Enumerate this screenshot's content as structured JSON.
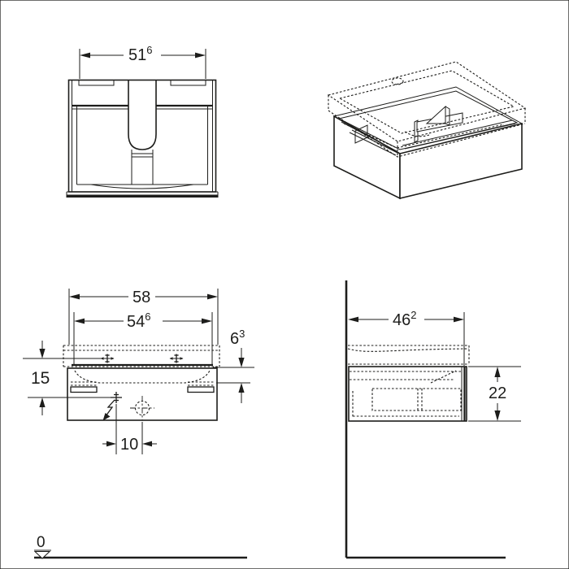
{
  "colors": {
    "line": "#1d1d1b",
    "background": "#ffffff"
  },
  "views": {
    "top_view": {
      "dimensions": {
        "cutout_width": {
          "value": "51",
          "sup": "6"
        }
      }
    },
    "isometric_view": {
      "symbols": {
        "washbasin_outline": "dashed-hidden-edges",
        "tap_hole": "dashed-ellipse"
      }
    },
    "front_view": {
      "dimensions": {
        "overall_width": {
          "value": "58",
          "sup": ""
        },
        "drawer_front_width": {
          "value": "54",
          "sup": "6"
        },
        "bracket_offset": {
          "value": "6",
          "sup": "3"
        },
        "connection_offset": {
          "value": "15",
          "sup": ""
        },
        "outlet_spacing": {
          "value": "10",
          "sup": ""
        }
      },
      "symbols": {
        "electrical_connection": "lightning-bolt-arrow",
        "water_outlet": "dashed-circle-crosshair",
        "mounting_points": "crosshair-marks",
        "wall_brackets": "hatched-rectangles"
      }
    },
    "side_view": {
      "dimensions": {
        "depth": {
          "value": "46",
          "sup": "2"
        },
        "height": {
          "value": "22",
          "sup": ""
        }
      }
    },
    "datum": {
      "floor_level": "0",
      "symbol": "open-triangle-down"
    }
  }
}
